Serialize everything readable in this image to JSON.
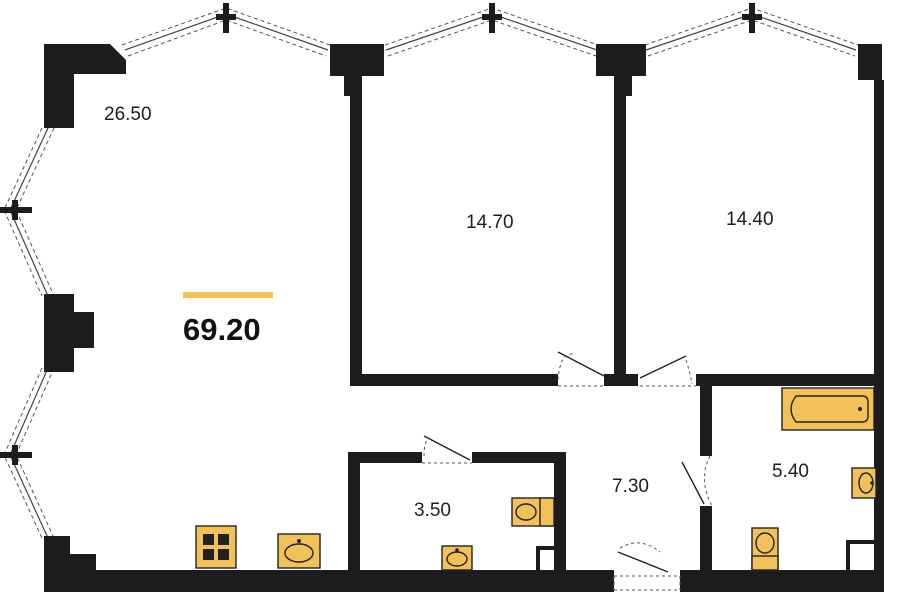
{
  "plan": {
    "total_area": "69.20",
    "accent_color": "#f2c15a",
    "wall_color": "#1c1c1c",
    "rooms": [
      {
        "id": "living",
        "area": "26.50"
      },
      {
        "id": "bedroom-1",
        "area": "14.70"
      },
      {
        "id": "bedroom-2",
        "area": "14.40"
      },
      {
        "id": "hall",
        "area": "7.30"
      },
      {
        "id": "bathroom",
        "area": "5.40"
      },
      {
        "id": "wc",
        "area": "3.50"
      }
    ],
    "fixtures": [
      "stove-icon",
      "kitchen-sink-icon",
      "bathtub-icon",
      "bath-sink-icon",
      "toilet-icon",
      "wc-sink-icon",
      "wc-toilet-icon"
    ]
  }
}
